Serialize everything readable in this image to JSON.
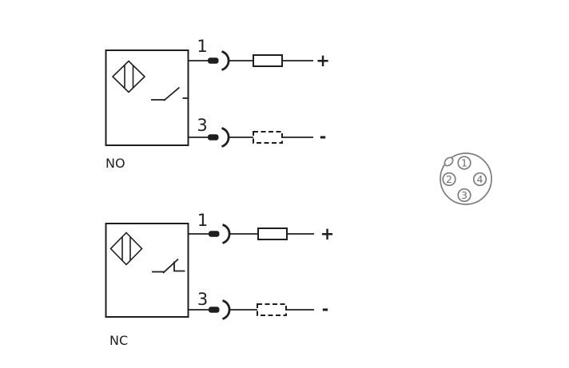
{
  "colors": {
    "background": "#ffffff",
    "diagram_stroke": "#1f1f1f",
    "pinout_stroke": "#7d7d7d"
  },
  "circuits": [
    {
      "label": "NO",
      "switch_type": "normally-open",
      "terminals": [
        {
          "pin": "1",
          "polarity": "+",
          "load": "solid"
        },
        {
          "pin": "3",
          "polarity": "-",
          "load": "dashed"
        }
      ]
    },
    {
      "label": "NC",
      "switch_type": "normally-closed",
      "terminals": [
        {
          "pin": "1",
          "polarity": "+",
          "load": "solid"
        },
        {
          "pin": "3",
          "polarity": "-",
          "load": "dashed"
        }
      ]
    }
  ],
  "pinout": {
    "pins": [
      {
        "number": "1",
        "position": "top"
      },
      {
        "number": "2",
        "position": "left"
      },
      {
        "number": "3",
        "position": "bottom"
      },
      {
        "number": "4",
        "position": "right"
      }
    ]
  }
}
